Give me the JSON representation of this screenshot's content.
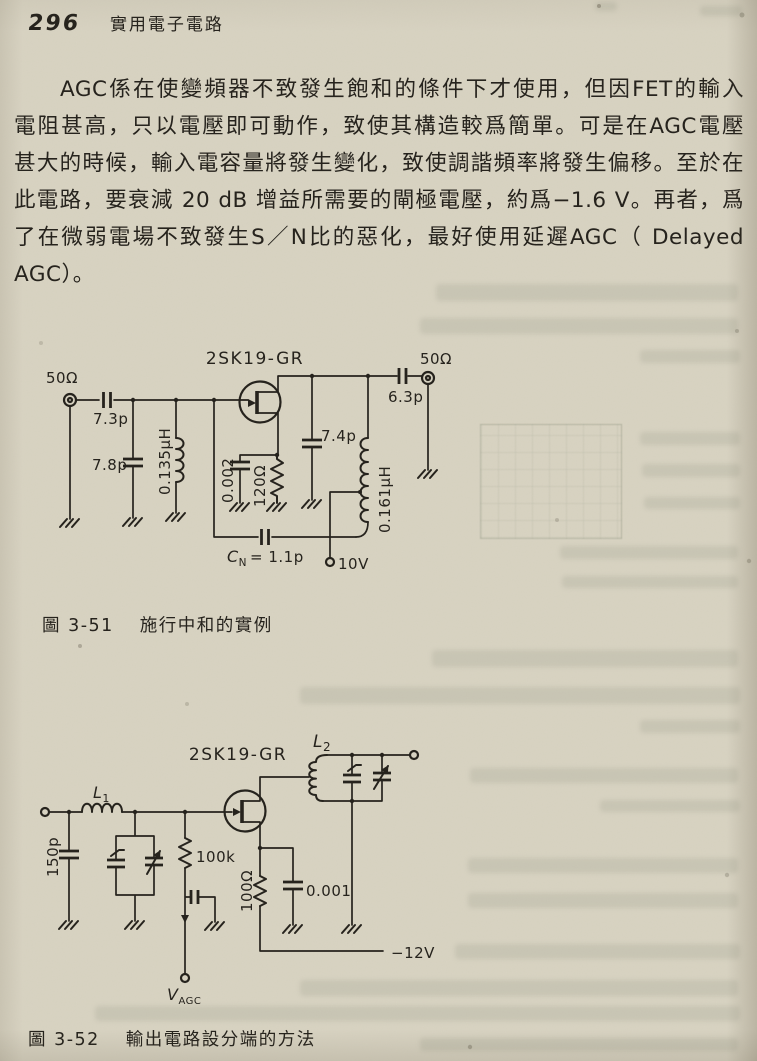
{
  "header": {
    "page_number": "296",
    "book_title": "實用電子電路"
  },
  "paragraph": {
    "lines": [
      "AGC係在使變頻器不致發生飽和的條件下才使用，但因FET的輸入",
      "電阻甚高，只以電壓即可動作，致使其構造較爲簡單。可是在AGC電壓",
      "甚大的時候，輸入電容量將發生變化，致使調諧頻率將發生偏移。至於在",
      "此電路，要衰減 20 dB 增益所需要的閘極電壓，約爲−1.6 V。再者，爲",
      "了在微弱電場不致發生S／N比的惡化，最好使用延遲AGC（ Delayed",
      "AGC）。"
    ]
  },
  "figure1": {
    "caption_label": "圖 3-51",
    "caption_text": "施行中和的實例",
    "labels": {
      "transistor": "2SK19-GR",
      "input_port": "50Ω",
      "c_in": "7.3p",
      "c_shunt": "7.8p",
      "l_in": "0.135μH",
      "c_src": "0.002",
      "r_src": "120Ω",
      "c_drain": "7.4p",
      "l_out": "0.161μH",
      "cn_sym": "C",
      "cn_sub": "N",
      "cn_val": "= 1.1p",
      "supply": "10V",
      "c_out": "6.3p",
      "output_port": "50Ω"
    }
  },
  "figure2": {
    "caption_label": "圖 3-52",
    "caption_text": "輸出電路設分端的方法",
    "labels": {
      "transistor": "2SK19-GR",
      "c_in": "150p",
      "l1_sym": "L",
      "l1_sub": "1",
      "l2_sym": "L",
      "l2_sub": "2",
      "r_gate": "100k",
      "r_src": "100Ω",
      "c_src": "0.001",
      "supply": "−12V",
      "vagc_sym": "V",
      "vagc_sub": "AGC"
    }
  }
}
